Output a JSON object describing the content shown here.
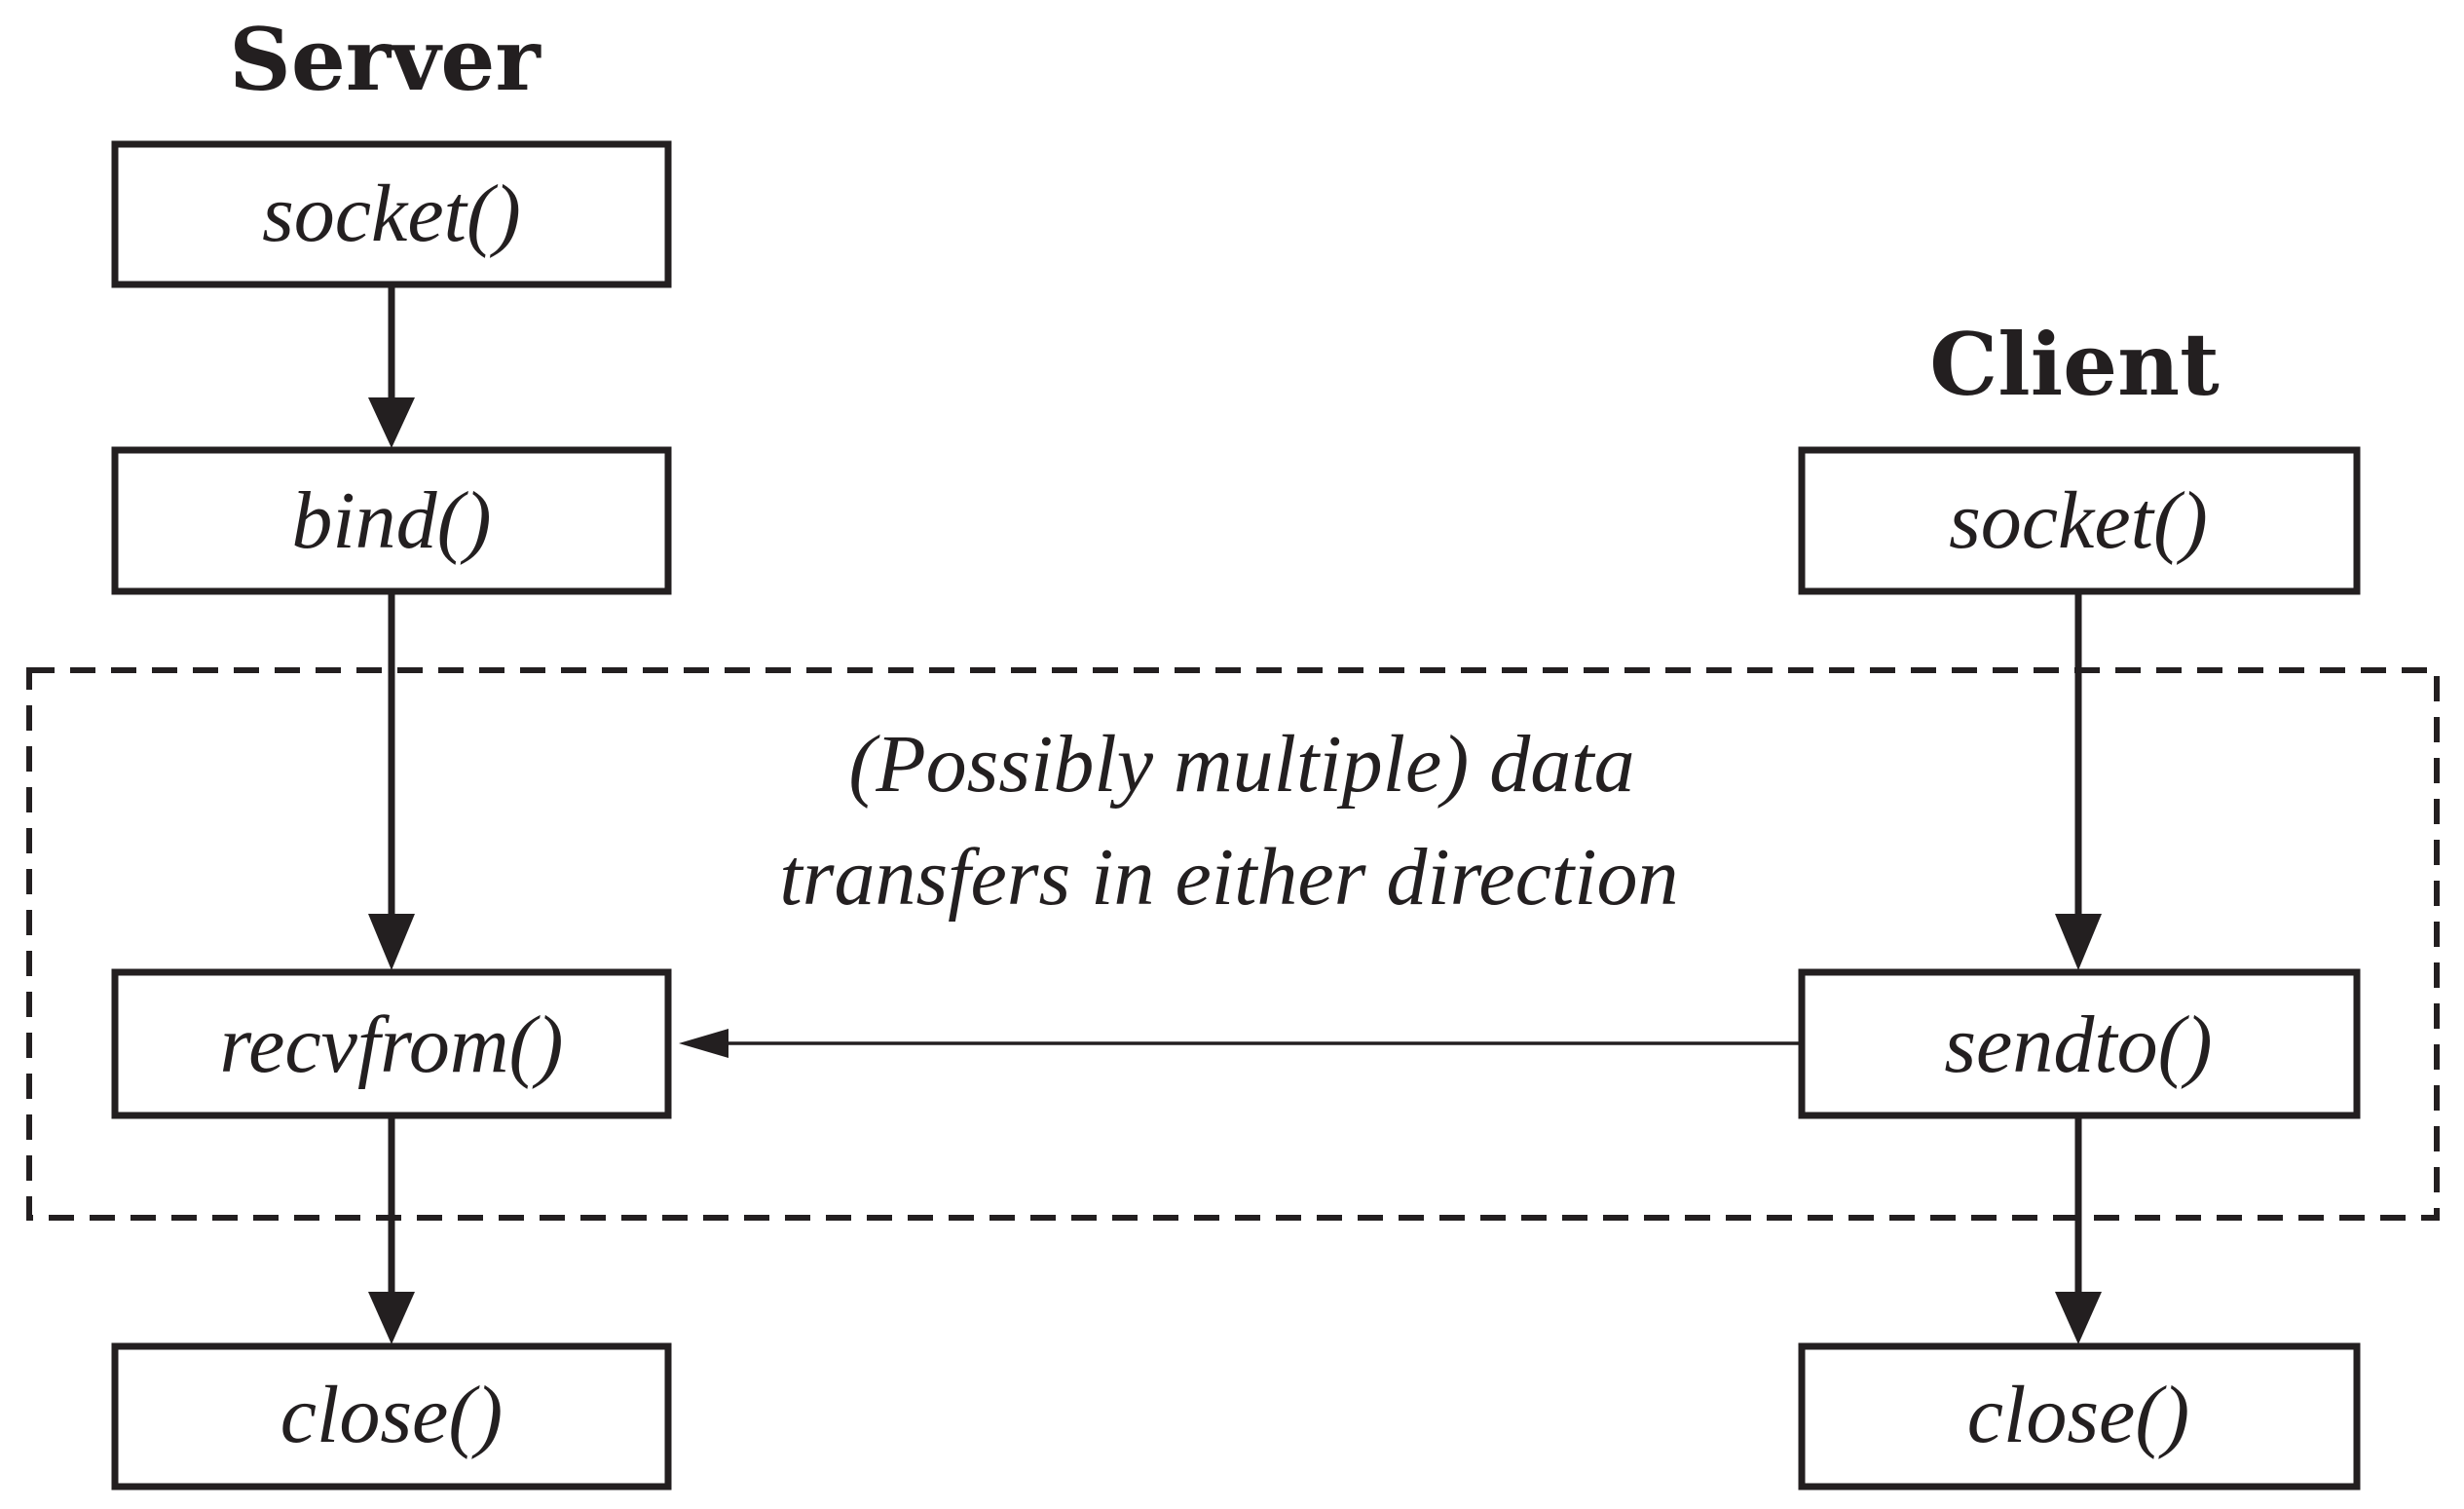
{
  "server": {
    "heading": "Server",
    "socket_label": "socket()",
    "bind_label": "bind()",
    "recvfrom_label": "recvfrom()",
    "close_label": "close()"
  },
  "client": {
    "heading": "Client",
    "socket_label": "socket()",
    "sendto_label": "sendto()",
    "close_label": "close()"
  },
  "data_transfer_region": {
    "line1": "(Possibly multiple) data",
    "line2": "transfers in either direction"
  }
}
